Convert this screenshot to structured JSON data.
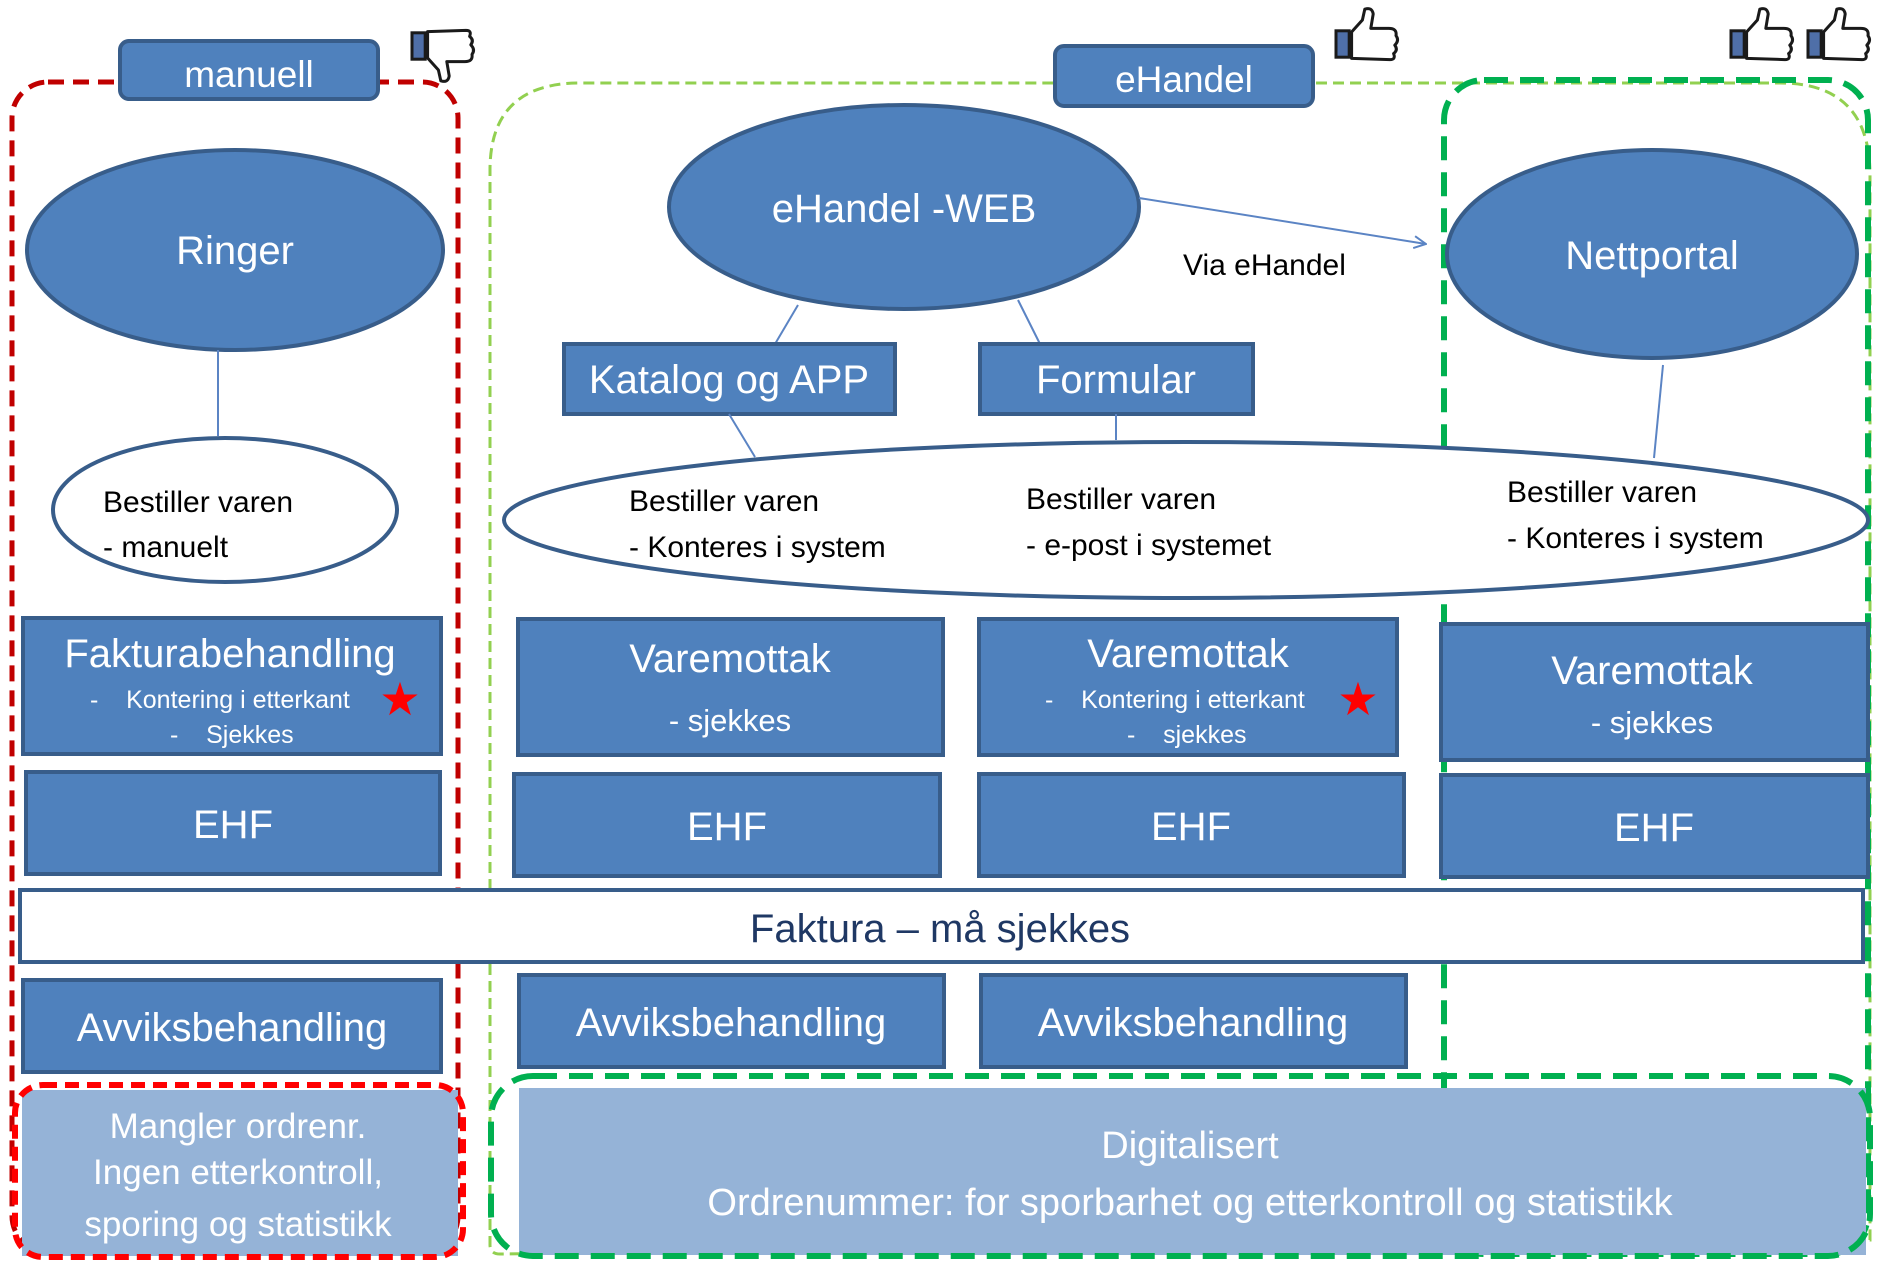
{
  "manuell": {
    "tag": "manuell",
    "ringer": "Ringer",
    "order": [
      "Bestiller varen",
      "- manuelt"
    ],
    "invoice": {
      "title": "Fakturabehandling",
      "sub": [
        "-    Kontering i etterkant",
        "-    Sjekkes"
      ]
    },
    "ehf": "EHF",
    "deviation": "Avviksbehandling",
    "result": [
      "Mangler ordrenr.",
      "Ingen etterkontroll,",
      "sporing og statistikk"
    ],
    "rating_icon": "thumbs-down-icon"
  },
  "ehandel": {
    "tag": "eHandel",
    "web": "eHandel -WEB",
    "katalog": "Katalog og APP",
    "formular": "Formular",
    "via": "Via eHandel",
    "order_left": [
      "Bestiller varen",
      "- Konteres i system"
    ],
    "order_mid": [
      "Bestiller varen",
      "- e-post i systemet"
    ],
    "varemottak_1": {
      "title": "Varemottak",
      "sub": "- sjekkes"
    },
    "varemottak_2": {
      "title": "Varemottak",
      "sub": [
        "-    Kontering i etterkant",
        "-    sjekkes"
      ]
    },
    "ehf_1": "EHF",
    "ehf_2": "EHF",
    "deviation_1": "Avviksbehandling",
    "deviation_2": "Avviksbehandling",
    "result": [
      "Digitalisert",
      "Ordrenummer: for sporbarhet og etterkontroll og statistikk"
    ],
    "rating_icon": "thumbs-up-icon"
  },
  "nettportal": {
    "title": "Nettportal",
    "order": [
      "Bestiller varen",
      "- Konteres i system"
    ],
    "varemottak": {
      "title": "Varemottak",
      "sub": "- sjekkes"
    },
    "ehf": "EHF",
    "rating_icons": [
      "thumbs-up-icon",
      "thumbs-up-icon"
    ]
  },
  "faktura": "Faktura – må sjekkes",
  "colors": {
    "box": "#4f81bd",
    "box_border": "#385d8a",
    "result_box": "#95b3d7",
    "manuell_border": "#c00000",
    "ehandel_border": "#92d050",
    "nettportal_border": "#00b050",
    "star": "#ff0000"
  }
}
